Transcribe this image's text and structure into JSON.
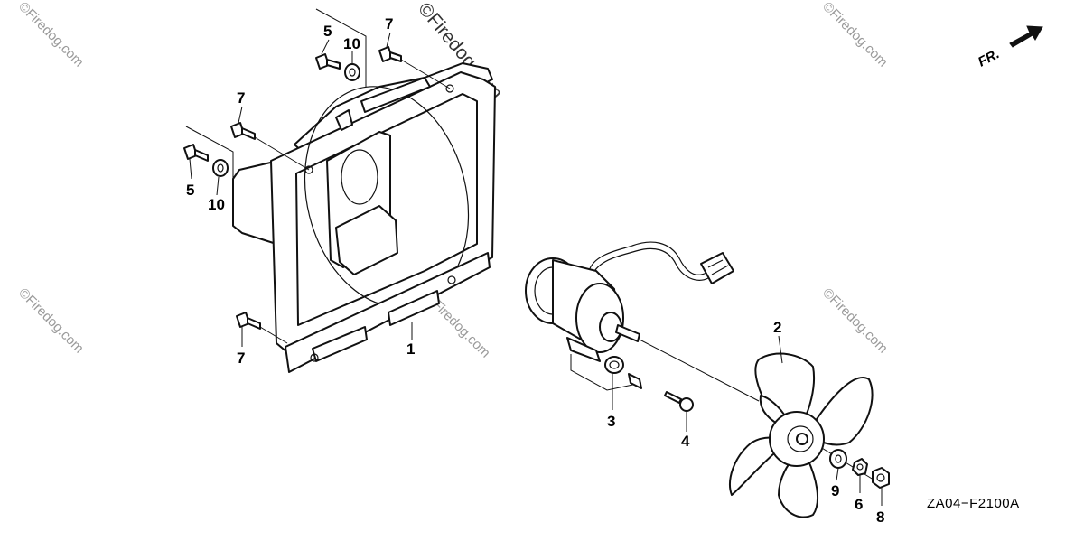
{
  "diagram": {
    "callouts": [
      {
        "id": "frame",
        "label": "1"
      },
      {
        "id": "fan",
        "label": "2"
      },
      {
        "id": "motor-bushing",
        "label": "3"
      },
      {
        "id": "motor-screw",
        "label": "4"
      },
      {
        "id": "bolt-top",
        "label": "5"
      },
      {
        "id": "bolt-left",
        "label": "5"
      },
      {
        "id": "nut-small",
        "label": "6"
      },
      {
        "id": "bolt-top-right",
        "label": "7"
      },
      {
        "id": "bolt-upper-left",
        "label": "7"
      },
      {
        "id": "bolt-lower-left",
        "label": "7"
      },
      {
        "id": "nut-cap",
        "label": "8"
      },
      {
        "id": "washer-fan",
        "label": "9"
      },
      {
        "id": "washer-top",
        "label": "10"
      },
      {
        "id": "washer-left",
        "label": "10"
      }
    ],
    "figure_code": "ZA04−F2100A",
    "direction_label": "FR.",
    "watermark_main": "©Firedog.com",
    "watermark_repeat": "©Firedog.com"
  }
}
